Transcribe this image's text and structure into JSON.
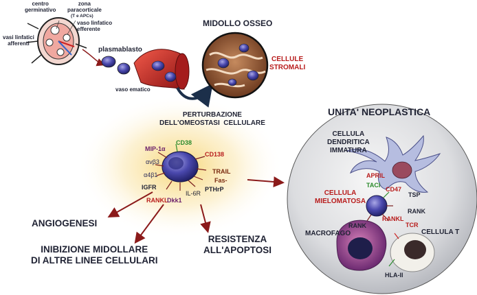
{
  "lymph_node": {
    "centro_germinativo": "centro\ngerminativo",
    "zona_paracorticale": "zona\nparacorticale",
    "zona_paracorticale_sub": "(T e APCs)",
    "vaso_linfatico_efferente": "vaso linfatico\nefferente",
    "vasi_linfatici_afferenti": "vasi linfatici\nafferenti"
  },
  "plasmablasto": "plasmablasto",
  "vaso_ematico": "vaso ematico",
  "midollo_osseo": "MIDOLLO OSSEO",
  "cellule_stromali": "CELLULE\nSTROMALI",
  "perturbazione": "PERTURBAZIONE\nDELL'OMEOSTASI  CELLULARE",
  "molecules": {
    "cd38": "CD38",
    "mip1a": "MIP-1α",
    "cd138": "CD138",
    "avb3": "αvβ3",
    "a4b1": "α4β1",
    "trail": "TRAIL",
    "fas": "Fas-",
    "igfr": "IGFR",
    "il6r": "IL-6R",
    "pthrp": "PTHrP",
    "rankl": "RANKL",
    "dkk1": "Dkk1"
  },
  "outcomes": {
    "angiogenesi": "ANGIOGENESI",
    "inibizione": "INIBIZIONE MIDOLLARE\nDI ALTRE LINEE CELLULARI",
    "resistenza": "RESISTENZA\nALL'APOPTOSI"
  },
  "unit": {
    "title": "UNITA' NEOPLASTICA",
    "cellula_dendritica": "CELLULA\nDENDRITICA\nIMMATURA",
    "april": "APRIL",
    "tacl": "TACI",
    "cd47": "CD47",
    "tsp": "TSP",
    "cellula_mielomatosa": "CELLULA\nMIELOMATOSA",
    "rank_right": "RANK",
    "rankl": "RANKL",
    "rank_left": "RANK",
    "macrofago": "MACROFAGO",
    "tcr": "TCR",
    "cellula_t": "CELLULA T",
    "hla": "HLA-II"
  },
  "colors": {
    "title_dark": "#1f2233",
    "accent_red": "#b81c1c",
    "arrow_red": "#8b1a1a",
    "glow": "#f6d470",
    "cell_purple": "#3b3a9a",
    "molecule_green": "#2c8a2c"
  }
}
